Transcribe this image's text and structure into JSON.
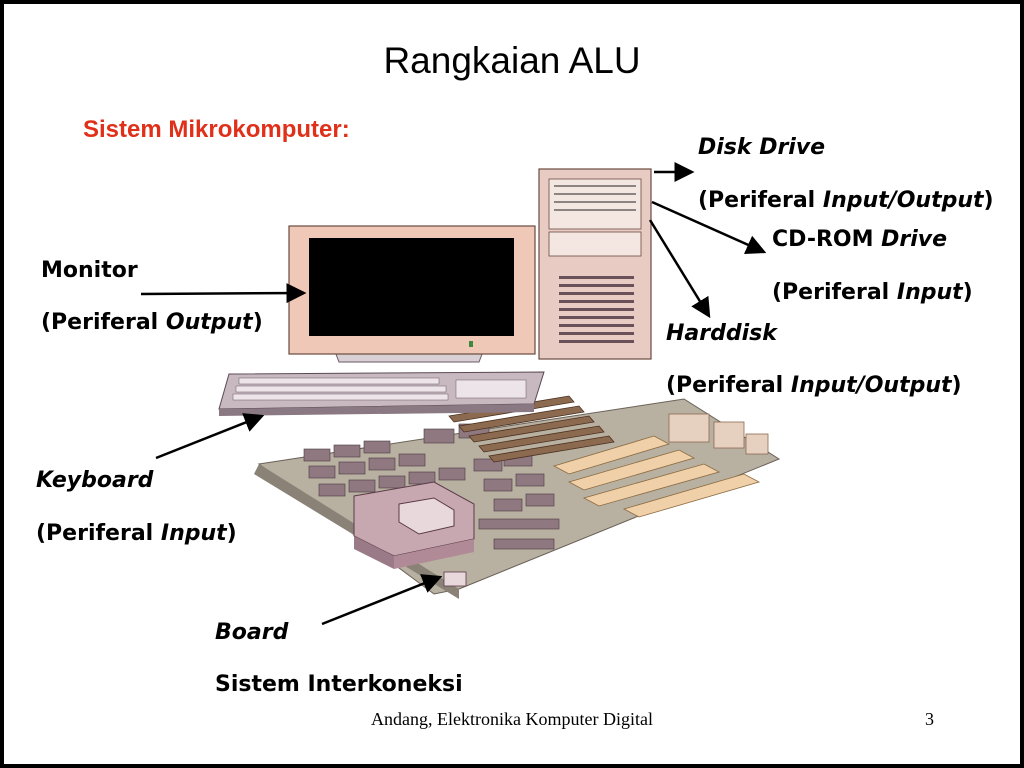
{
  "title": "Rangkaian ALU",
  "subtitle": "Sistem Mikrokomputer:",
  "labels": {
    "disk_drive": {
      "name": "Disk Drive",
      "desc_prefix": "(Periferal ",
      "desc_italic": "Input/Output",
      "desc_suffix": ")"
    },
    "cdrom": {
      "name": "CD-ROM ",
      "name_italic": "Drive",
      "desc_prefix": "(Periferal ",
      "desc_italic": "Input",
      "desc_suffix": ")"
    },
    "monitor": {
      "name": "Monitor",
      "desc_prefix": "(Periferal ",
      "desc_italic": "Output",
      "desc_suffix": ")"
    },
    "harddisk": {
      "name": "Harddisk",
      "desc_prefix": "(Periferal ",
      "desc_italic": "Input/Output",
      "desc_suffix": ")"
    },
    "keyboard": {
      "name": "Keyboard",
      "desc_prefix": "(Periferal ",
      "desc_italic": "Input",
      "desc_suffix": ")"
    },
    "board": {
      "name": "Board",
      "desc": "Sistem Interkoneksi"
    }
  },
  "footer": {
    "text": "Andang, Elektronika Komputer Digital",
    "page": "3"
  },
  "colors": {
    "monitor_body": "#f0c8b8",
    "screen": "#000000",
    "keyboard": "#c8b8c0",
    "board": "#b8b0a0",
    "chip": "#907880",
    "slot": "#8c6a50",
    "card": "#f0d0a8"
  }
}
